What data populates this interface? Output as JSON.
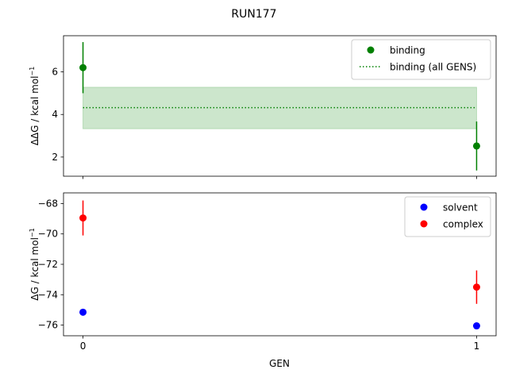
{
  "chart_data": {
    "title": "RUN177",
    "xlabel": "GEN",
    "x_ticks": [
      0,
      1
    ],
    "panels": [
      {
        "id": "top",
        "type": "scatter",
        "ylabel": "ΔΔG / kcal mol",
        "ylabel_sup": "−1",
        "ylim": [
          1.1,
          7.7
        ],
        "yticks": [
          2,
          4,
          6
        ],
        "legend_position": "upper right",
        "series": [
          {
            "name": "binding",
            "kind": "errorbar-points",
            "color": "#008000",
            "points": [
              {
                "x": 0,
                "y": 6.2,
                "err": 1.2
              },
              {
                "x": 1,
                "y": 2.52,
                "err": 1.15
              }
            ]
          },
          {
            "name": "binding (all GENS)",
            "kind": "dotted-line-with-band",
            "color": "#008000",
            "band_color": "#008000",
            "x_range": [
              0,
              1
            ],
            "y": 4.32,
            "band": [
              3.33,
              5.28
            ]
          }
        ]
      },
      {
        "id": "bottom",
        "type": "scatter",
        "ylabel": "ΔG / kcal mol",
        "ylabel_sup": "−1",
        "ylim": [
          -76.7,
          -67.3
        ],
        "yticks": [
          -76,
          -74,
          -72,
          -70,
          -68
        ],
        "legend_position": "upper right",
        "series": [
          {
            "name": "solvent",
            "kind": "errorbar-points",
            "color": "#0000ff",
            "points": [
              {
                "x": 0,
                "y": -75.15,
                "err": 0.2
              },
              {
                "x": 1,
                "y": -76.05,
                "err": 0.15
              }
            ]
          },
          {
            "name": "complex",
            "kind": "errorbar-points",
            "color": "#ff0000",
            "points": [
              {
                "x": 0,
                "y": -68.95,
                "err": 1.15
              },
              {
                "x": 1,
                "y": -73.5,
                "err": 1.1
              }
            ]
          }
        ]
      }
    ]
  }
}
